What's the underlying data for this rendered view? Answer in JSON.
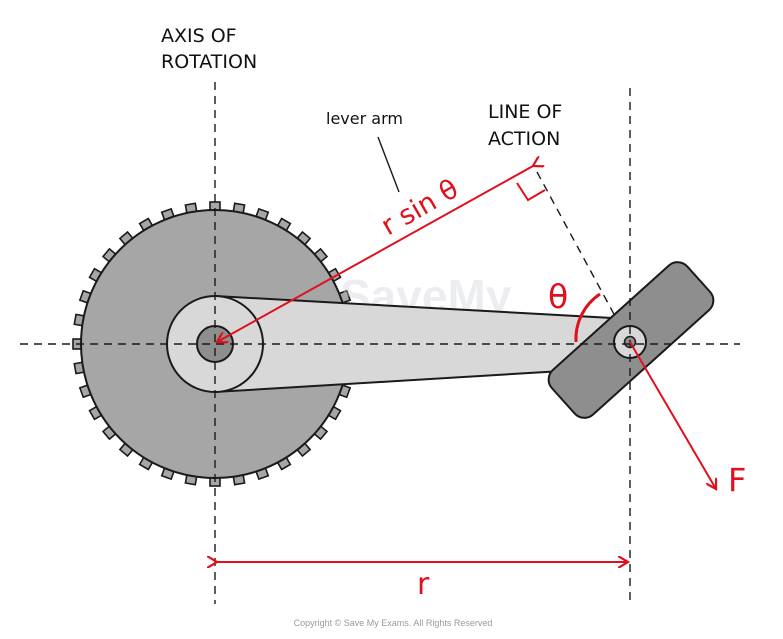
{
  "labels": {
    "axis_line1": "AXIS OF",
    "axis_line2": "ROTATION",
    "loa_line1": "LINE OF",
    "loa_line2": "ACTION",
    "lever_arm": "lever arm",
    "r_sin_theta": "r sin θ",
    "theta": "θ",
    "force": "F",
    "r": "r"
  },
  "watermark": "SaveMy",
  "copyright": "Copyright © Save My Exams. All Rights Reserved",
  "colors": {
    "accent_red": "#e0101c",
    "gear_fill": "#a6a6a6",
    "arm_fill": "#d8d8d8",
    "pedal_fill": "#8e8e8e",
    "outline": "#1a1a1a"
  }
}
